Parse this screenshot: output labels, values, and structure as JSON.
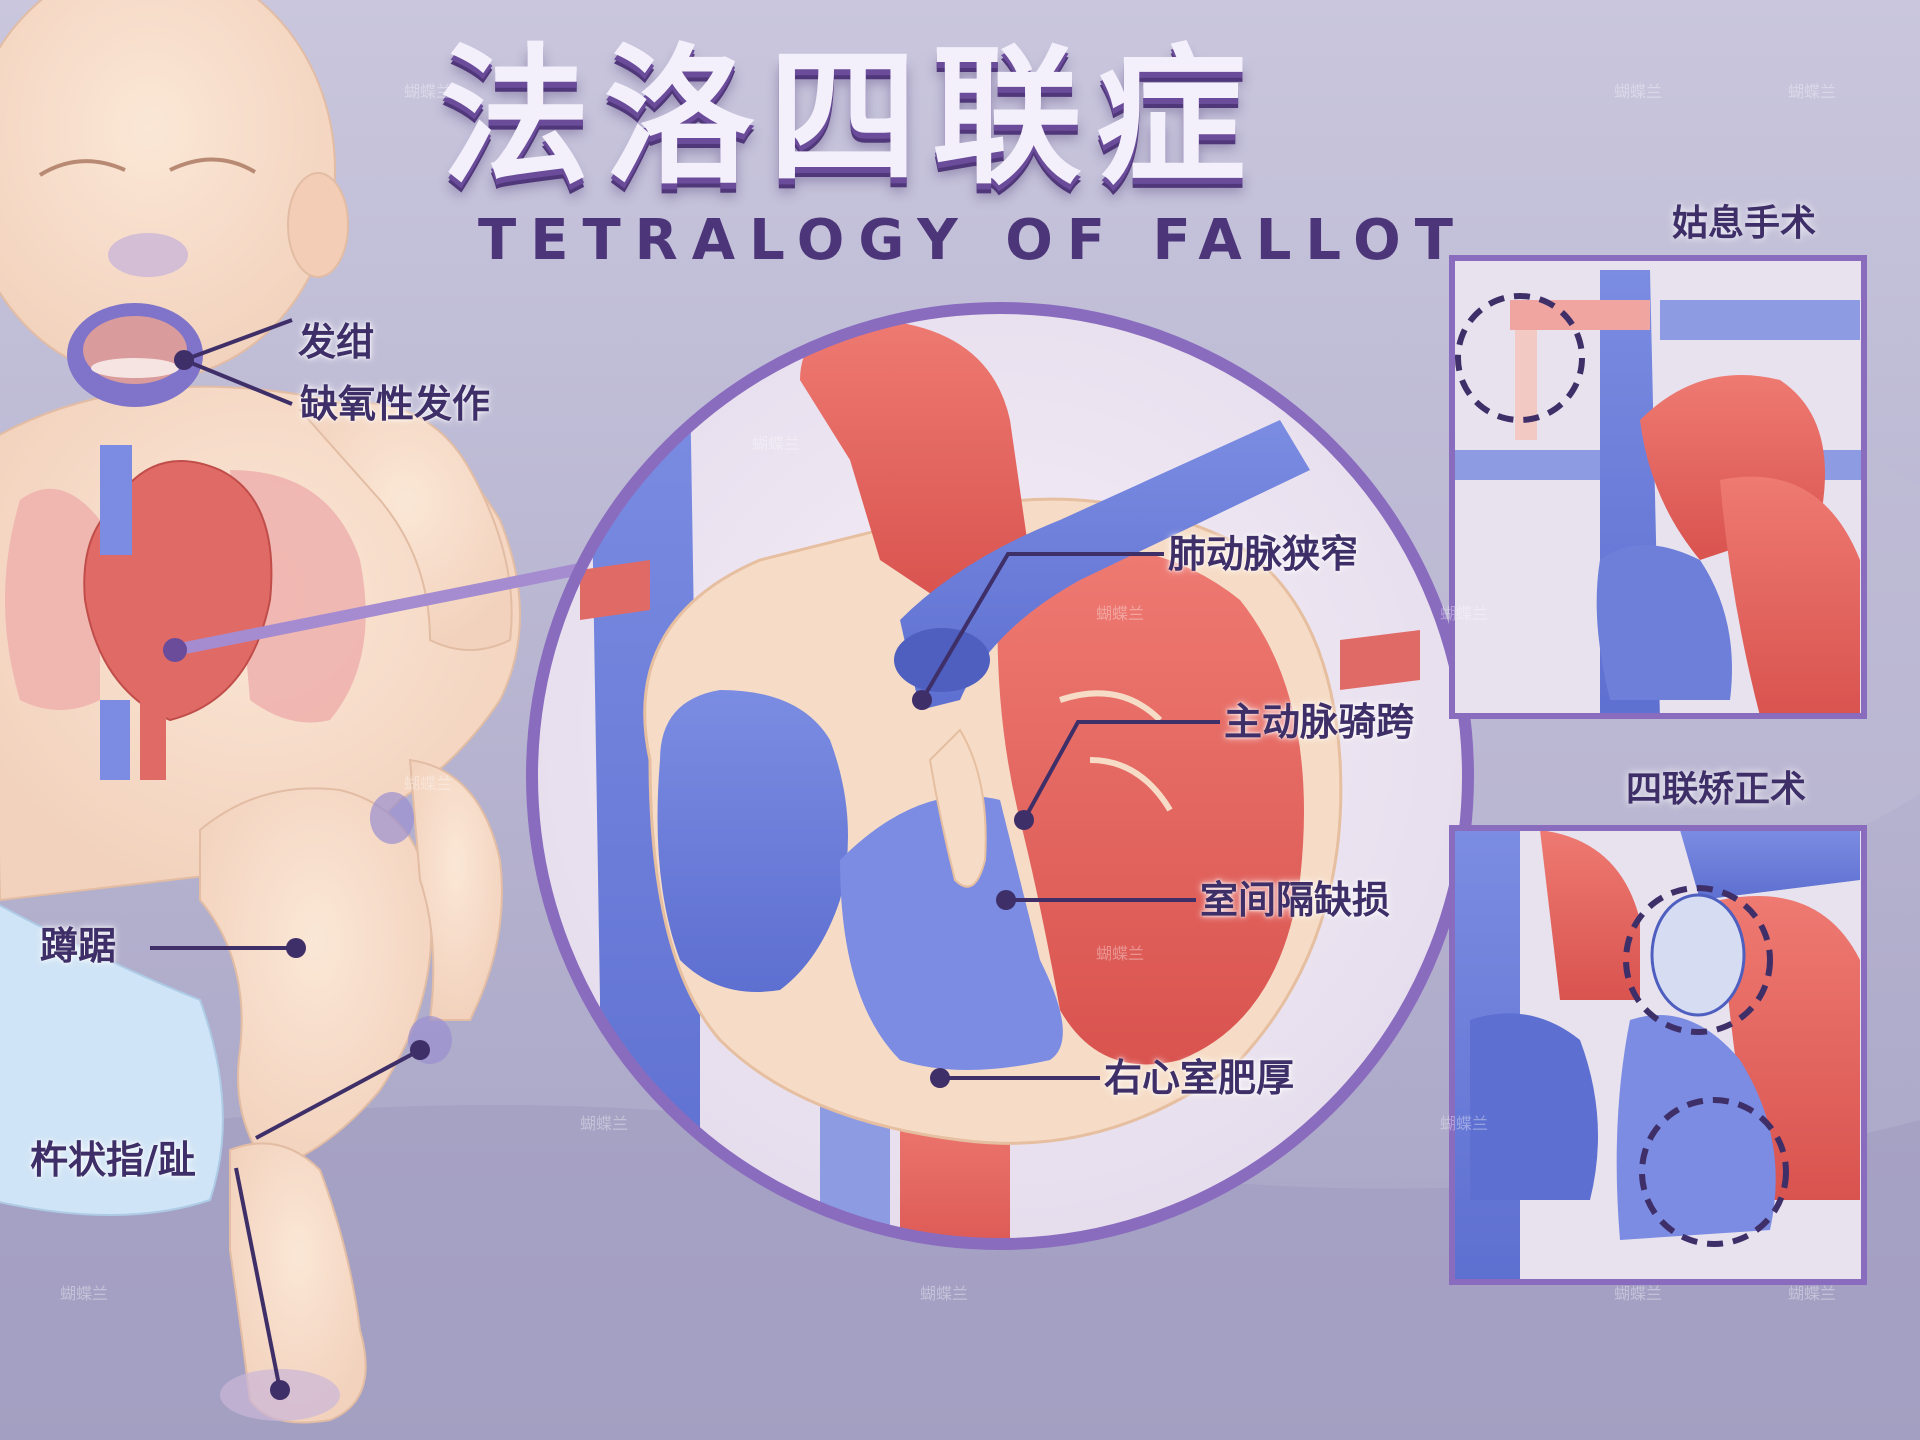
{
  "title": {
    "cn": "法洛四联症",
    "en": "TETRALOGY OF FALLOT"
  },
  "symptoms": {
    "cyanosis": "发绀",
    "hypoxic_spell": "缺氧性发作",
    "squatting": "蹲踞",
    "clubbing": "杵状指/趾"
  },
  "lesions": {
    "pulmonary_stenosis": "肺动脉狭窄",
    "overriding_aorta": "主动脉骑跨",
    "vsd": "室间隔缺损",
    "rvh": "右心室肥厚"
  },
  "panels": {
    "palliative": "姑息手术",
    "corrective": "四联矫正术"
  },
  "watermark": "蝴蝶兰",
  "colors": {
    "venous_blue": "#6d7fd9",
    "arterial_red": "#e0625e",
    "accent_purple": "#6a4c9a",
    "label_text": "#3f2f68"
  }
}
